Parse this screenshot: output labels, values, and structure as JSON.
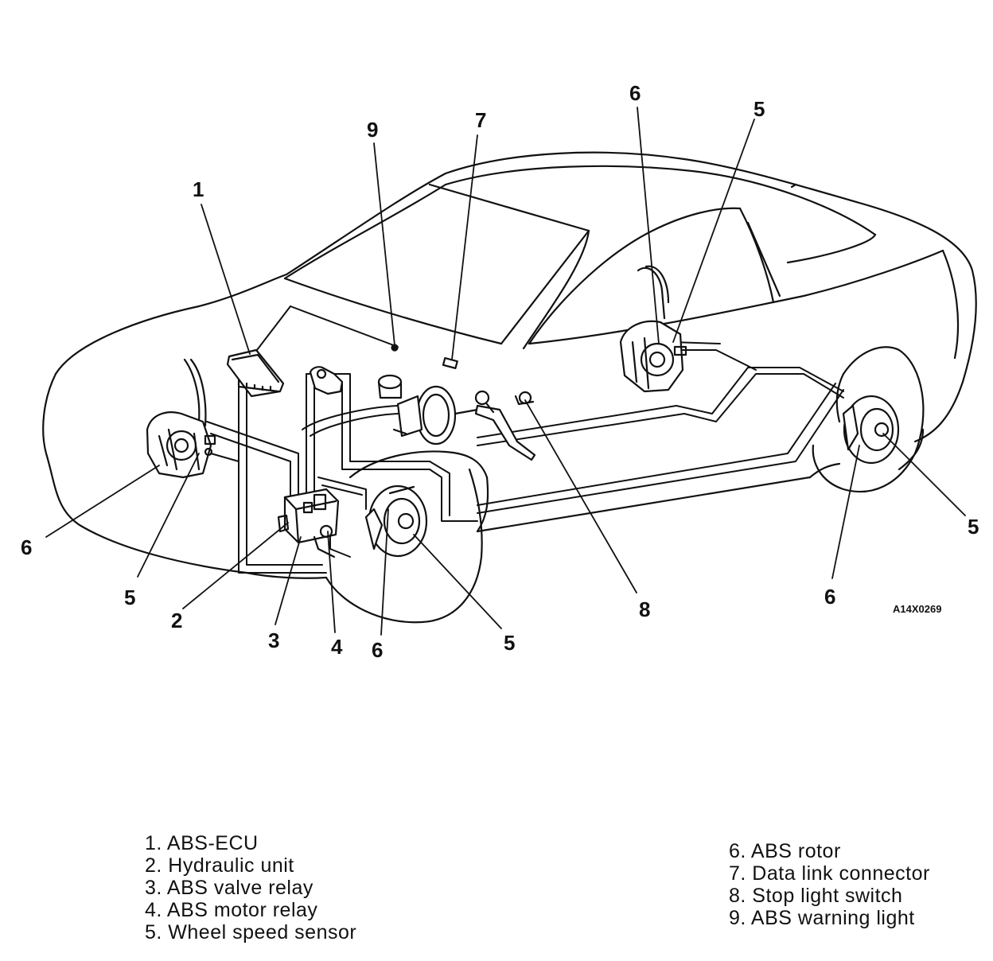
{
  "diagram": {
    "code": "A14X0269",
    "callouts": {
      "c1": "1",
      "c9": "9",
      "c7": "7",
      "c6_top": "6",
      "c5_top": "5",
      "c6_left": "6",
      "c5_left": "5",
      "c2": "2",
      "c3": "3",
      "c4": "4",
      "c6_mid": "6",
      "c5_mid": "5",
      "c8": "8",
      "c6_right": "6",
      "c5_right": "5"
    }
  },
  "legend": {
    "left": [
      "1. ABS-ECU",
      "2. Hydraulic unit",
      "3. ABS valve relay",
      "4. ABS motor relay",
      "5. Wheel speed sensor"
    ],
    "right": [
      "6. ABS rotor",
      "7. Data link connector",
      "8. Stop light switch",
      "9. ABS warning light"
    ]
  }
}
